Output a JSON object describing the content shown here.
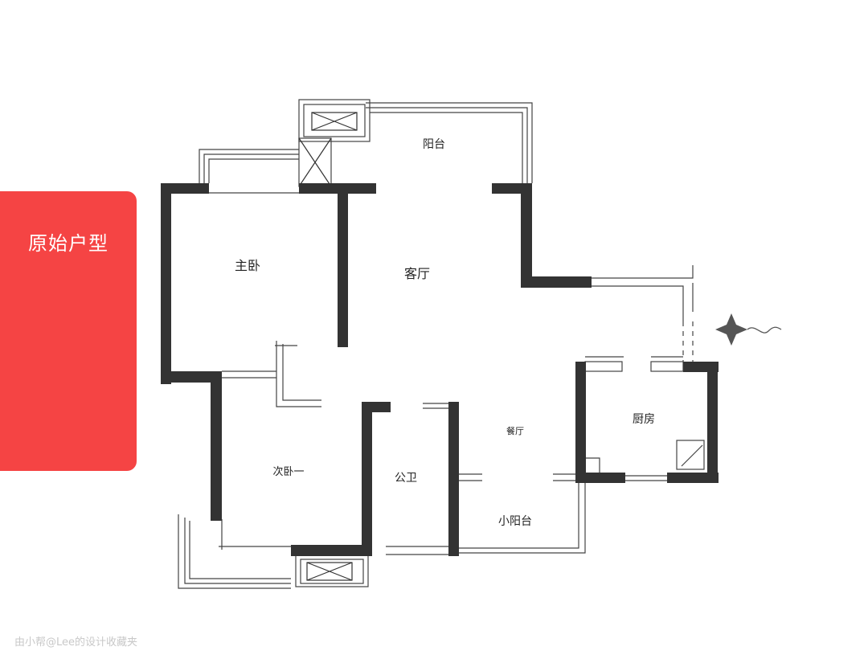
{
  "side_tag": {
    "label": "原始户型",
    "color": "#f54444"
  },
  "rooms": {
    "balcony": "阳台",
    "master_bedroom": "主卧",
    "living_room": "客厅",
    "second_bedroom": "次卧一",
    "dining_room": "餐厅",
    "kitchen": "厨房",
    "bathroom": "公卫",
    "small_balcony": "小阳台"
  },
  "watermark": "由小帮@Lee的设计收藏夹",
  "colors": {
    "wall": "#333333",
    "line": "#444444"
  },
  "icons": [
    "compass-icon",
    "air-conditioner-icon"
  ]
}
